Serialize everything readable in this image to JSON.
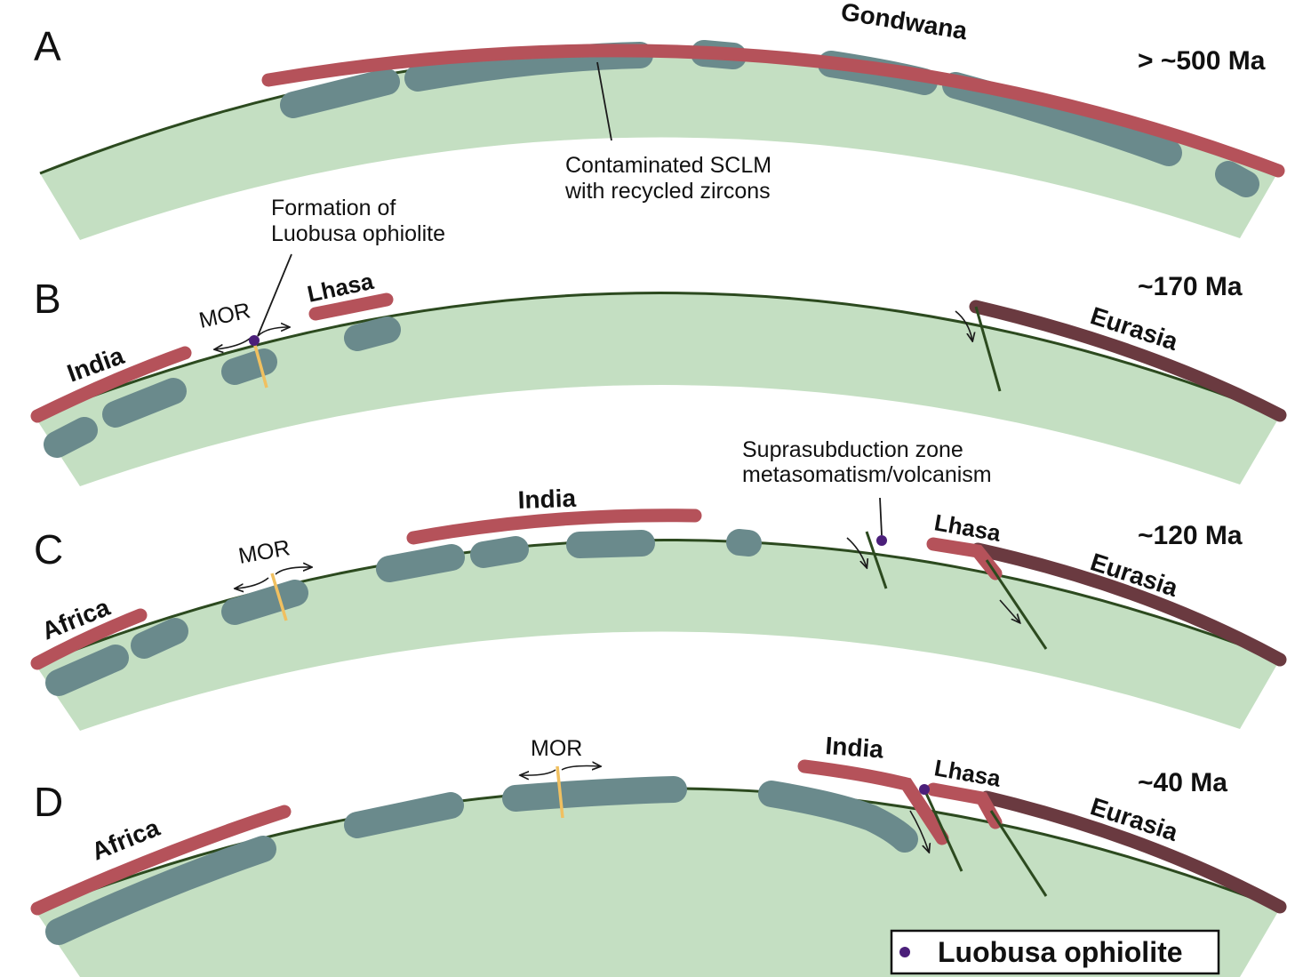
{
  "panels": [
    {
      "letter": "A",
      "age": "> ~500 Ma",
      "plates": [
        "Gondwana"
      ],
      "note": [
        "Contaminated SCLM",
        "with recycled zircons"
      ]
    },
    {
      "letter": "B",
      "age": "~170 Ma",
      "plates": [
        "India",
        "Lhasa",
        "Eurasia"
      ],
      "mor": "MOR",
      "note": [
        "Formation of",
        "Luobusa ophiolite"
      ]
    },
    {
      "letter": "C",
      "age": "~120 Ma",
      "plates": [
        "Africa",
        "India",
        "Lhasa",
        "Eurasia"
      ],
      "mor": "MOR",
      "note": [
        "Suprasubduction zone",
        "metasomatism/volcanism"
      ]
    },
    {
      "letter": "D",
      "age": "~40 Ma",
      "plates": [
        "Africa",
        "India",
        "Lhasa",
        "Eurasia"
      ],
      "mor": "MOR"
    }
  ],
  "legend": {
    "label": "Luobusa ophiolite",
    "symbol_color": "#4b1f7a"
  },
  "colors": {
    "mantle_band": "#c4dfc2",
    "sclm": "#6a8a8c",
    "continental_crust": "#b5525a",
    "eurasia_crust": "#6a3a40",
    "dike": "#f0c060",
    "ophiolite": "#4b1f7a"
  }
}
